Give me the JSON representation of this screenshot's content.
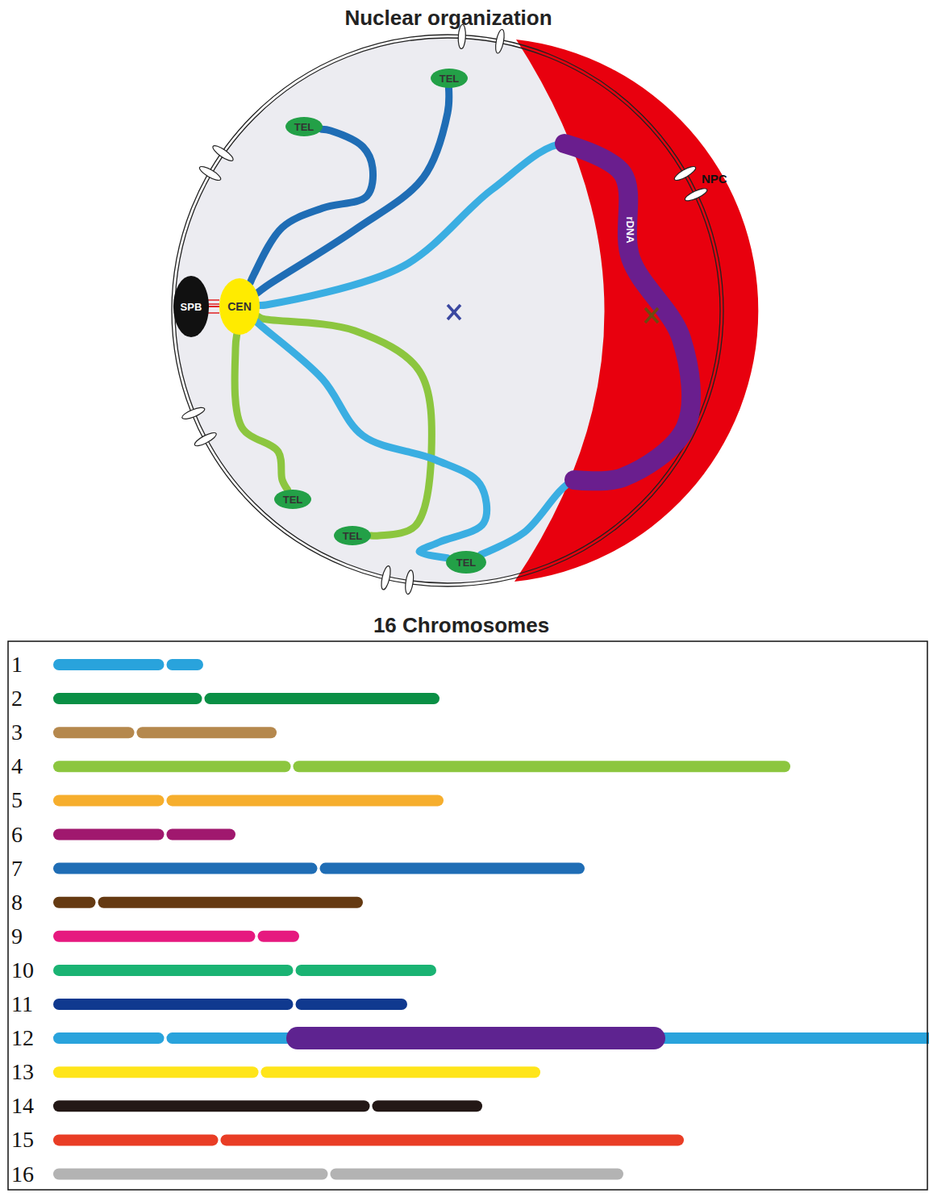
{
  "diagram": {
    "title": "Nuclear organization",
    "nodes": [
      {
        "text": [
          "TEL"
        ]
      },
      {
        "text": [
          "TEL"
        ]
      },
      {
        "text": [
          "SPB"
        ]
      },
      {
        "text": [
          "CEN"
        ]
      },
      {
        "text": [
          "TEL"
        ]
      },
      {
        "text": [
          "TEL"
        ]
      },
      {
        "text": [
          "TEL"
        ]
      }
    ],
    "edges": [
      {
        "from": 2,
        "to": 3,
        "arrow": "none"
      },
      {
        "from": 3,
        "to": 0,
        "arrow": "none"
      },
      {
        "from": 3,
        "to": 1,
        "arrow": "none"
      },
      {
        "from": 3,
        "to": 4,
        "arrow": "none"
      },
      {
        "from": 3,
        "to": 5,
        "arrow": "none"
      },
      {
        "from": 3,
        "to": 6,
        "arrow": "none"
      },
      {
        "from": 3,
        "to": 6,
        "arrow": "none"
      }
    ],
    "labels": [
      "NPC",
      "rDNA",
      "16 Chromosomes",
      "1",
      "2",
      "3",
      "4",
      "5",
      "6",
      "7",
      "8",
      "9",
      "10",
      "11",
      "12",
      "13",
      "14",
      "15",
      "16"
    ]
  }
}
